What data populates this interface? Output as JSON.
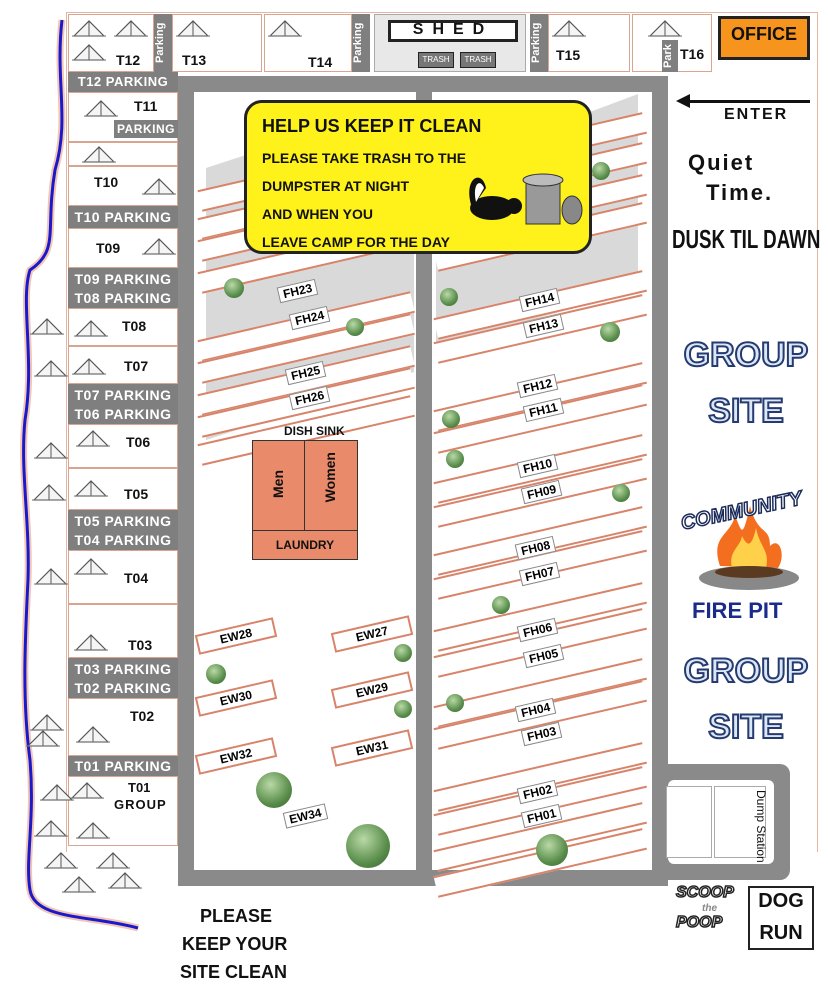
{
  "sites_left": {
    "t12": "T12",
    "t13": "T13",
    "t14": "T14",
    "t15": "T15",
    "t16": "T16",
    "t11": "T11",
    "t10": "T10",
    "t09": "T09",
    "t08": "T08",
    "t07": "T07",
    "t06": "T06",
    "t05": "T05",
    "t04": "T04",
    "t03": "T03",
    "t02": "T02",
    "t01": "T01",
    "group": "GROUP"
  },
  "parking": {
    "t12": "T12 PARKING",
    "t11": "PARKING",
    "t10": "T10 PARKING",
    "t09": "T09 PARKING",
    "t08": "T08 PARKING",
    "t07": "T07 PARKING",
    "t06": "T06 PARKING",
    "t05": "T05 PARKING",
    "t04": "T04 PARKING",
    "t03": "T03 PARKING",
    "t02": "T02 PARKING",
    "t01": "T01 PARKING",
    "vertical": "Parking",
    "vertical_short": "Park"
  },
  "top": {
    "shed": "SHED",
    "trash": "TRASH",
    "office": "OFFICE",
    "enter": "ENTER"
  },
  "sign": {
    "title": "HELP US KEEP IT CLEAN",
    "line1": "PLEASE TAKE TRASH TO THE",
    "line2": "DUMPSTER AT NIGHT",
    "line3": "AND WHEN YOU",
    "line4": "LEAVE CAMP FOR THE DAY"
  },
  "right": {
    "quiet1": "Quiet",
    "quiet2": "Time.",
    "dusk": "DUSK TIL DAWN",
    "group": "GROUP",
    "site": "SITE",
    "community": "COMMUNITY",
    "firepit": "FIRE PIT",
    "dump": "Dump Station",
    "scoop1": "SCOOP",
    "the": "the",
    "scoop2": "POOP",
    "dog": "DOG",
    "run": "RUN"
  },
  "facilities": {
    "dish": "DISH SINK",
    "men": "Men",
    "women": "Women",
    "laundry": "LAUNDRY"
  },
  "fh_left": [
    "FH23",
    "FH24",
    "FH25",
    "FH26"
  ],
  "fh_right": [
    "FH14",
    "FH13",
    "FH12",
    "FH11",
    "FH10",
    "FH09",
    "FH08",
    "FH07",
    "FH06",
    "FH05",
    "FH04",
    "FH03",
    "FH02",
    "FH01"
  ],
  "ew": [
    "EW28",
    "EW27",
    "EW30",
    "EW29",
    "EW32",
    "EW31",
    "EW34"
  ],
  "bottom": {
    "l1": "PLEASE",
    "l2": "KEEP YOUR",
    "l3": "SITE CLEAN"
  },
  "colors": {
    "road": "#8a8a8a",
    "sign": "#fff21a",
    "office": "#f7941d",
    "river": "#1a1acc",
    "building": "#e98a6a"
  }
}
